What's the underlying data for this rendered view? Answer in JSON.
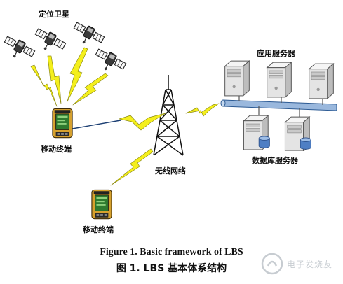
{
  "labels": {
    "satellites": "定位卫星",
    "app_servers": "应用服务器",
    "db_servers": "数据库服务器",
    "wireless_network": "无线网络",
    "mobile_terminal_top": "移动终端",
    "mobile_terminal_bottom": "移动终端"
  },
  "caption": {
    "english": "Figure 1. Basic framework of LBS",
    "chinese": "图 1. LBS 基本体系结构"
  },
  "watermark": {
    "text": "电子发烧友"
  },
  "icons": {
    "satellite": "satellite-icon",
    "server": "server-icon",
    "database_server": "database-server-icon",
    "tower": "radio-tower-icon",
    "handheld": "handheld-gps-terminal-icon",
    "bolt": "lightning-bolt-icon",
    "bus": "network-bus-icon"
  },
  "colors": {
    "bolt_fill": "#f4ef1c",
    "bolt_stroke": "#8c8a12",
    "bus": "#9ab8dd",
    "device_body": "#d6a12e",
    "device_screen": "#2f7a2f",
    "server_body": "#e4e4e4",
    "db_cylinder": "#4f7fc4"
  }
}
